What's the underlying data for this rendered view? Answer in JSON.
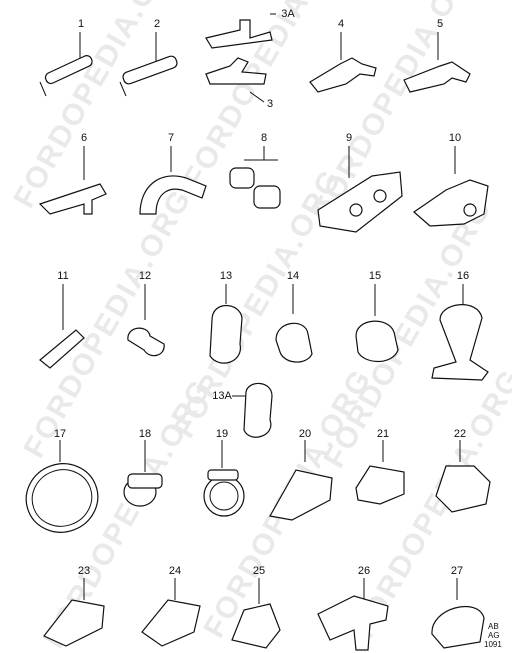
{
  "watermark": "FORDOPEDIA.ORG",
  "callouts": [
    "1",
    "2",
    "3A",
    "3",
    "4",
    "5",
    "6",
    "7",
    "8",
    "9",
    "10",
    "11",
    "12",
    "13",
    "14",
    "15",
    "16",
    "13A",
    "17",
    "18",
    "19",
    "20",
    "21",
    "22",
    "23",
    "24",
    "25",
    "26",
    "27"
  ],
  "corner_code": [
    "AB",
    "AG",
    "1091"
  ]
}
